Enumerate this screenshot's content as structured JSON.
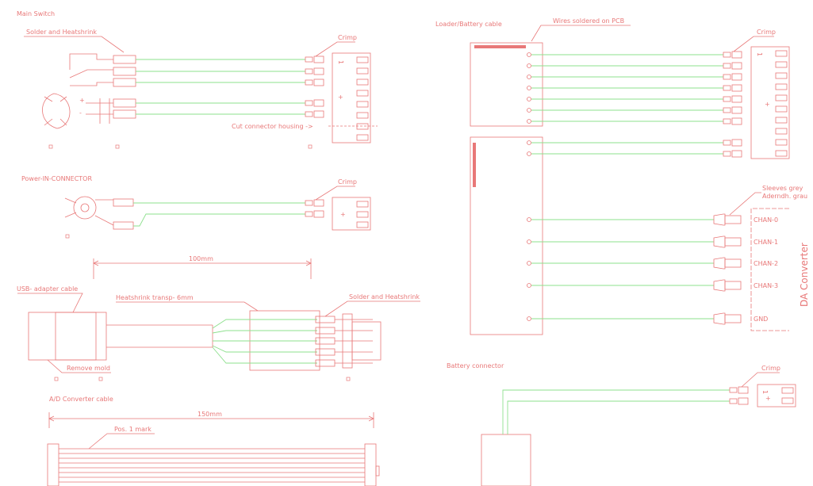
{
  "colors": {
    "line": "#e87878",
    "wire": "#8ee08e",
    "background": "#ffffff"
  },
  "labels": {
    "main_switch": "Main Switch",
    "solder_heatshrink_1": "Solder and Heatshrink",
    "crimp_1": "Crimp",
    "pin1_a": "1",
    "plus_a": "+",
    "cut_housing": "Cut connector housing ->",
    "power_in": "Power-IN-CONNECTOR",
    "crimp_2": "Crimp",
    "plus_b": "+",
    "dim_100": "100mm",
    "usb_cable": "USB- adapter cable",
    "heatshrink_transp": "Heatshrink transp- 6mm",
    "solder_heatshrink_2": "Solder and Heatshrink",
    "remove_mold": "Remove mold",
    "ad_cable": "A/D Converter cable",
    "dim_150": "150mm",
    "pos_mark": "Pos. 1 mark",
    "loader_battery": "Loader/Battery cable",
    "wires_soldered": "Wires soldered on PCB",
    "crimp_3": "Crimp",
    "pin1_c": "1",
    "plus_c": "+",
    "sleeves_grey": "Sleeves grey",
    "aderendh_grau": "Aderndh. grau",
    "chan0": "CHAN-0",
    "chan1": "CHAN-1",
    "chan2": "CHAN-2",
    "chan3": "CHAN-3",
    "gnd": "GND",
    "da_converter": "DA Converter",
    "battery_connector": "Battery connector",
    "crimp_4": "Crimp",
    "pin1_d": "1",
    "plus_d": "+"
  }
}
